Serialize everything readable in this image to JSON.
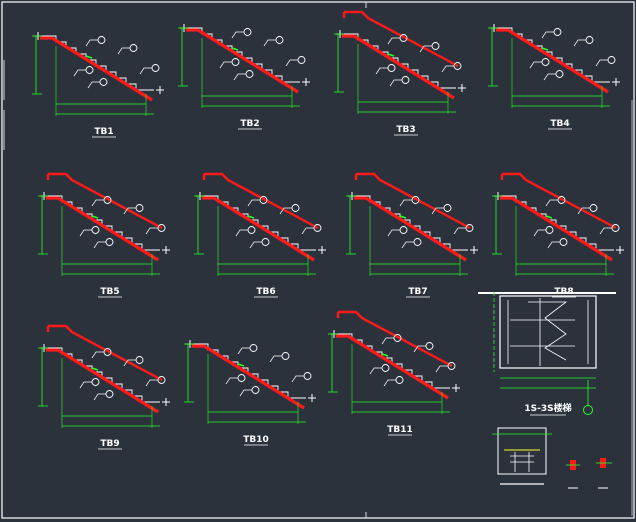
{
  "drawing": {
    "colors": {
      "background": "#2b323c",
      "frame": "#ffffff",
      "stair_outline": "#ffffff",
      "slab": "#ff1a1a",
      "dimension": "#22ff22",
      "marker": "#ffffff"
    },
    "details": [
      {
        "label": "TB1",
        "has_rail": false,
        "flip": false
      },
      {
        "label": "TB2",
        "has_rail": false,
        "flip": false
      },
      {
        "label": "TB3",
        "has_rail": true,
        "flip": false
      },
      {
        "label": "TB4",
        "has_rail": false,
        "flip": false
      },
      {
        "label": "TB5",
        "has_rail": true,
        "flip": false
      },
      {
        "label": "TB6",
        "has_rail": true,
        "flip": false
      },
      {
        "label": "TB7",
        "has_rail": true,
        "flip": false
      },
      {
        "label": "TB8",
        "has_rail": true,
        "flip": false
      },
      {
        "label": "TB9",
        "has_rail": true,
        "flip": false
      },
      {
        "label": "TB10",
        "has_rail": false,
        "flip": false
      },
      {
        "label": "TB11",
        "has_rail": true,
        "flip": false
      }
    ],
    "plan": {
      "label": "1S-3S楼梯"
    }
  }
}
